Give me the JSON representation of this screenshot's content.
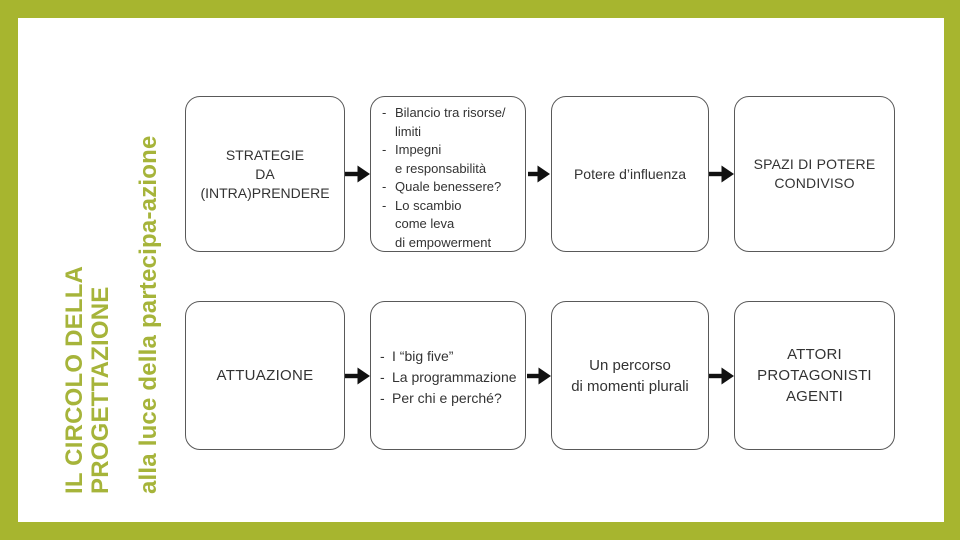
{
  "slide": {
    "title": {
      "line1": "IL CIRCOLO DELLA",
      "line2": "PROGETTAZIONE",
      "subtitle": "alla luce della partecipa-azione"
    }
  },
  "colors": {
    "frame_green": "#a7b52f",
    "title_green": "#a6b43a",
    "box_border": "#595959",
    "box_text": "#333333",
    "arrow_black": "#111111",
    "background": "#ffffff"
  },
  "diagram": {
    "dash": "-",
    "row1": {
      "box1": {
        "lines": [
          "STRATEGIE",
          "DA",
          "(INTRA)PRENDERE"
        ]
      },
      "box2": {
        "items": [
          [
            "Bilancio tra risorse/",
            "limiti"
          ],
          [
            "Impegni",
            "e responsabilità"
          ],
          [
            "Quale benessere?"
          ],
          [
            "Lo scambio",
            "come leva",
            "di empowerment"
          ]
        ]
      },
      "box3": {
        "lines": [
          "Potere d’influenza"
        ]
      },
      "box4": {
        "lines": [
          "SPAZI DI POTERE",
          "CONDIVISO"
        ]
      }
    },
    "row2": {
      "box1": {
        "lines": [
          "ATTUAZIONE"
        ]
      },
      "box2": {
        "items": [
          [
            "I “big five”"
          ],
          [
            "La programmazione"
          ],
          [
            "Per chi e perché?"
          ]
        ]
      },
      "box3": {
        "lines": [
          "Un percorso",
          "di momenti plurali"
        ]
      },
      "box4": {
        "lines": [
          "ATTORI",
          "PROTAGONISTI",
          "AGENTI"
        ]
      }
    }
  }
}
